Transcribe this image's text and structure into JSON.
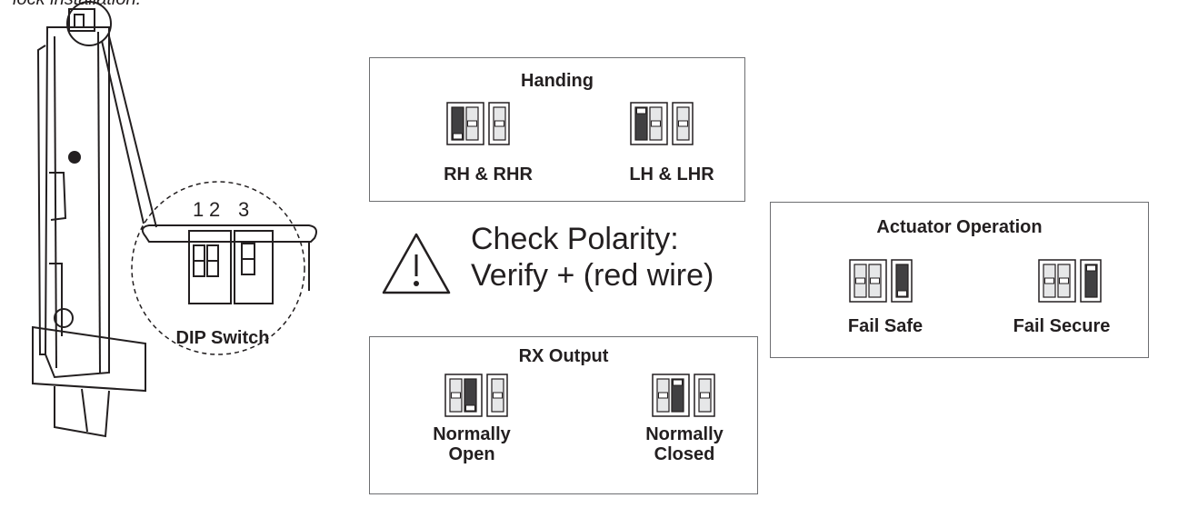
{
  "header_fragment": "lock installation.",
  "dip_figure": {
    "numbers": [
      "1",
      "2",
      "3"
    ],
    "label": "DIP Switch"
  },
  "warning": {
    "icon": "warning-triangle-icon",
    "line1": "Check Polarity:",
    "line2": "Verify + (red wire)"
  },
  "handing": {
    "title": "Handing",
    "options": [
      {
        "label": "RH & RHR",
        "levers": [
          "down",
          "middle",
          "middle"
        ],
        "filled": [
          true,
          false,
          false
        ]
      },
      {
        "label": "LH & LHR",
        "levers": [
          "up",
          "middle",
          "middle"
        ],
        "filled": [
          true,
          false,
          false
        ]
      }
    ]
  },
  "rx_output": {
    "title": "RX Output",
    "options": [
      {
        "label": [
          "Normally",
          "Open"
        ],
        "levers": [
          "middle",
          "down",
          "middle"
        ],
        "filled": [
          false,
          true,
          false
        ]
      },
      {
        "label": [
          "Normally",
          "Closed"
        ],
        "levers": [
          "middle",
          "up",
          "middle"
        ],
        "filled": [
          false,
          true,
          false
        ]
      }
    ]
  },
  "actuator": {
    "title": "Actuator Operation",
    "options": [
      {
        "label": "Fail Safe",
        "levers": [
          "middle",
          "middle",
          "down"
        ],
        "filled": [
          false,
          false,
          true
        ]
      },
      {
        "label": "Fail Secure",
        "levers": [
          "middle",
          "middle",
          "up"
        ],
        "filled": [
          false,
          false,
          true
        ]
      }
    ]
  },
  "colors": {
    "line": "#231f20",
    "switch_dark": "#414042",
    "panel_border": "#6d6e71",
    "switch_light": "#e6e7e8"
  }
}
